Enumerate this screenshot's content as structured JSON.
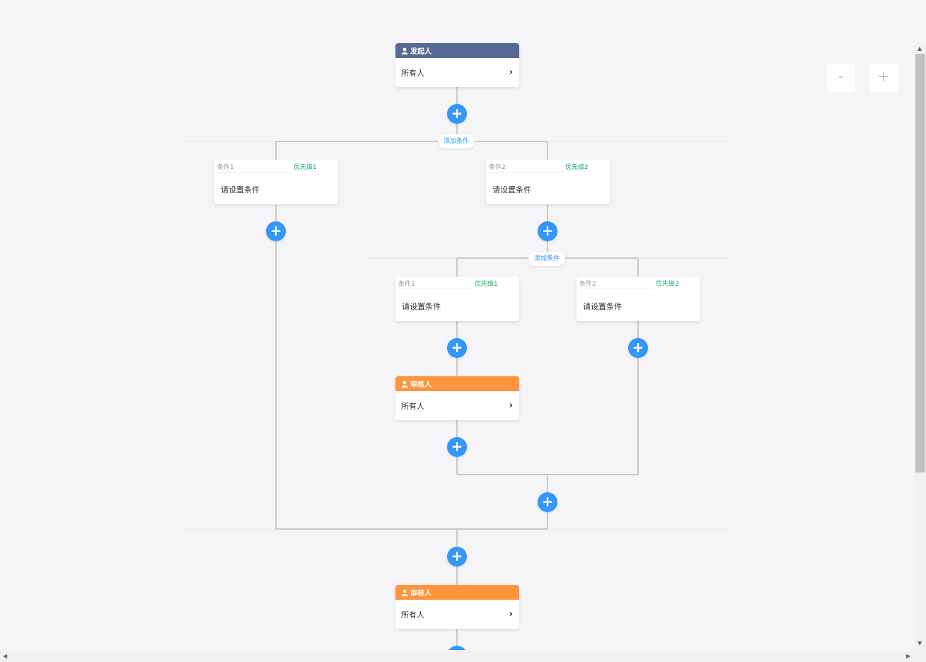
{
  "start_node": {
    "title": "发起人",
    "content": "所有人",
    "color": "#576a95"
  },
  "branch_outer": {
    "add_condition_label": "添加条件",
    "conditions": [
      {
        "title": "条件1",
        "priority": "优先级1",
        "content": "请设置条件"
      },
      {
        "title": "条件2",
        "priority": "优先级2",
        "content": "请设置条件"
      }
    ]
  },
  "branch_inner": {
    "add_condition_label": "添加条件",
    "conditions": [
      {
        "title": "条件1",
        "priority": "优先级1",
        "content": "请设置条件"
      },
      {
        "title": "条件2",
        "priority": "优先级2",
        "content": "请设置条件"
      }
    ]
  },
  "approver_inner": {
    "title": "审核人",
    "content": "所有人",
    "color": "#ff943e"
  },
  "approver_bottom": {
    "title": "审核人",
    "content": "所有人",
    "color": "#ff943e"
  },
  "add_button_symbol": "+",
  "zoom": {
    "minus_label": "-",
    "plus_label": "+"
  },
  "colors": {
    "accent": "#3296fa",
    "priority": "#16a95c",
    "line": "#cacaca"
  },
  "icons": {
    "user": "user-icon",
    "chevron": "chevron-right-icon",
    "add": "plus-icon"
  }
}
